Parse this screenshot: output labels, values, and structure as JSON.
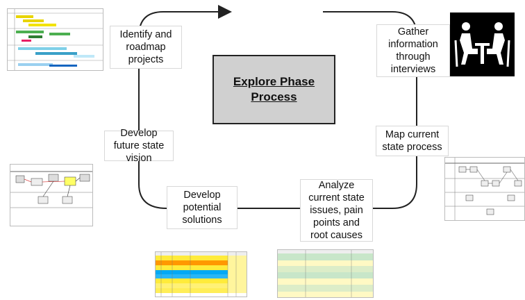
{
  "center": {
    "title": "Explore Phase Process"
  },
  "steps": {
    "identify": "Identify and roadmap projects",
    "gather": "Gather information through interviews",
    "map": "Map current state process",
    "analyze": "Analyze current state issues, pain points and root causes",
    "develop_solutions": "Develop potential solutions",
    "future_vision": "Develop future state vision"
  },
  "colors": {
    "center_fill": "#d0d0d0",
    "loop_line": "#222222",
    "icon_bg": "#000000"
  },
  "icons": {
    "interview": "two-people-interview-icon"
  }
}
